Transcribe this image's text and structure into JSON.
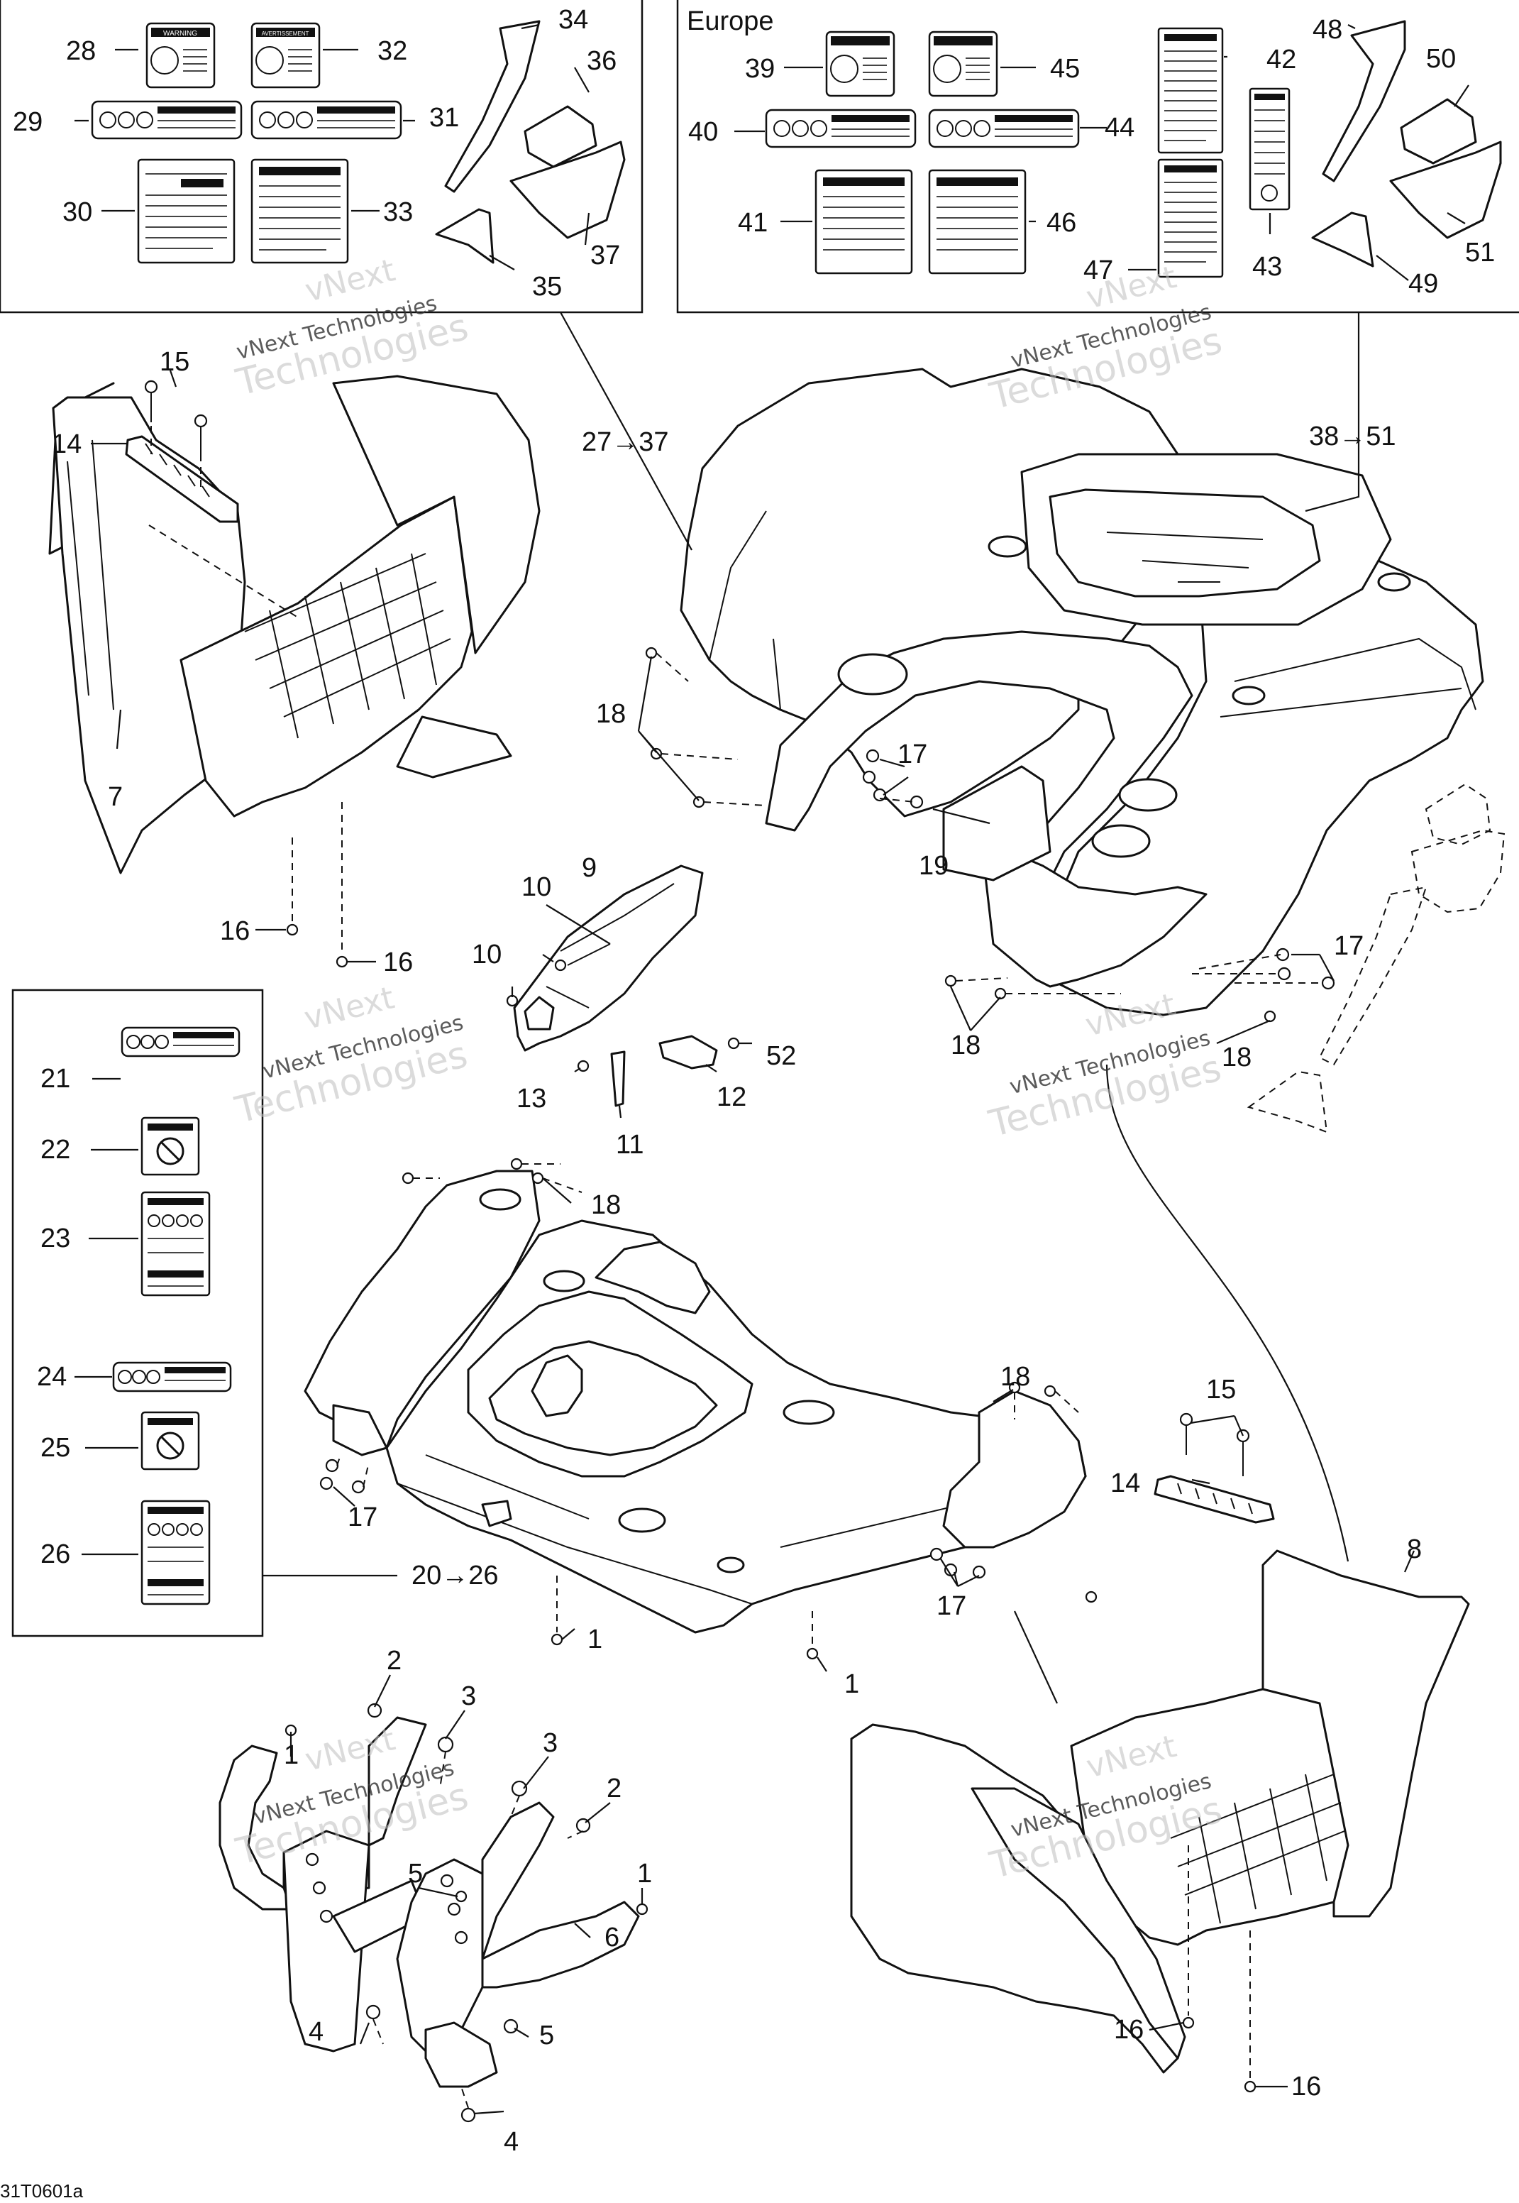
{
  "diagram": {
    "region_title_europe": "Europe",
    "drawing_code": "31T0601a",
    "watermark": [
      "vNext",
      "vNext Technologies",
      "Technologies"
    ],
    "group_labels": {
      "group_27_37": "27→37",
      "group_38_51": "38→51",
      "group_20_26": "20→26"
    },
    "decal_text": {
      "warning": "WARNING",
      "avertissement": "AVERTISSEMENT"
    },
    "callouts": {
      "c1a": "1",
      "c1b": "1",
      "c1c": "1",
      "c1d": "1",
      "c2a": "2",
      "c2b": "2",
      "c3a": "3",
      "c3b": "3",
      "c4a": "4",
      "c4b": "4",
      "c5a": "5",
      "c5b": "5",
      "c6": "6",
      "c7": "7",
      "c8": "8",
      "c9": "9",
      "c10a": "10",
      "c10b": "10",
      "c11": "11",
      "c12": "12",
      "c13": "13",
      "c14a": "14",
      "c14b": "14",
      "c15a": "15",
      "c15b": "15",
      "c16a": "16",
      "c16b": "16",
      "c16c": "16",
      "c16d": "16",
      "c17a": "17",
      "c17b": "17",
      "c17c": "17",
      "c17d": "17",
      "c18a": "18",
      "c18b": "18",
      "c18c": "18",
      "c18d": "18",
      "c18e": "18",
      "c19": "19",
      "c21": "21",
      "c22": "22",
      "c23": "23",
      "c24": "24",
      "c25": "25",
      "c26": "26",
      "c28": "28",
      "c29": "29",
      "c30": "30",
      "c31": "31",
      "c32": "32",
      "c33": "33",
      "c34": "34",
      "c35": "35",
      "c36": "36",
      "c37": "37",
      "c39": "39",
      "c40": "40",
      "c41": "41",
      "c42": "42",
      "c43": "43",
      "c44": "44",
      "c45": "45",
      "c46": "46",
      "c47": "47",
      "c48": "48",
      "c49": "49",
      "c50": "50",
      "c51": "51",
      "c52": "52"
    }
  }
}
